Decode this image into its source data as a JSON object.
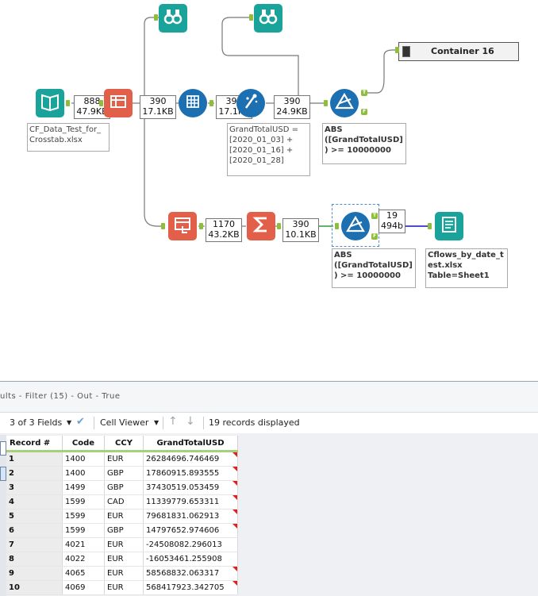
{
  "workflow": {
    "container_title": "Container 16",
    "input_tool_annotation": "CF_Data_Test_for_\nCrosstab.xlsx",
    "counts": {
      "c1_records": "888",
      "c1_size": "47.9KB",
      "c2_records": "390",
      "c2_size": "17.1KB",
      "c3_records": "390",
      "c3_size": "17.1KB",
      "c4_records": "390",
      "c4_size": "24.9KB",
      "c5_records": "1170",
      "c5_size": "43.2KB",
      "c6_records": "390",
      "c6_size": "10.1KB",
      "c7_records": "19",
      "c7_size": "494b"
    },
    "formula_annotation": "GrandTotalUSD =\n[2020_01_03] +\n[2020_01_16] +\n[2020_01_28]",
    "filter1_annotation": "ABS\n([GrandTotalUSD]\n) >= 10000000",
    "filter2_annotation": "ABS\n([GrandTotalUSD]\n) >= 10000000",
    "output_annotation": "Cflows_by_date_t\nest.xlsx\nTable=Sheet1",
    "anchor_true": "T",
    "anchor_false": "F"
  },
  "results": {
    "title": "ults - Filter (15) - Out - True",
    "fields_dropdown": "3 of 3 Fields",
    "viewer_dropdown": "Cell Viewer",
    "records_displayed": "19 records displayed",
    "columns": [
      "Record #",
      "Code",
      "CCY",
      "GrandTotalUSD"
    ],
    "rows": [
      {
        "rec": "1",
        "code": "1400",
        "ccy": "EUR",
        "total": "26284696.746469"
      },
      {
        "rec": "2",
        "code": "1400",
        "ccy": "GBP",
        "total": "17860915.893555"
      },
      {
        "rec": "3",
        "code": "1499",
        "ccy": "GBP",
        "total": "37430519.053459"
      },
      {
        "rec": "4",
        "code": "1599",
        "ccy": "CAD",
        "total": "11339779.653311"
      },
      {
        "rec": "5",
        "code": "1599",
        "ccy": "EUR",
        "total": "79681831.062913"
      },
      {
        "rec": "6",
        "code": "1599",
        "ccy": "GBP",
        "total": "14797652.974606"
      },
      {
        "rec": "7",
        "code": "4021",
        "ccy": "EUR",
        "total": "-24508082.296013"
      },
      {
        "rec": "8",
        "code": "4022",
        "ccy": "EUR",
        "total": "-16053461.255908"
      },
      {
        "rec": "9",
        "code": "4065",
        "ccy": "EUR",
        "total": "58568832.063317"
      },
      {
        "rec": "10",
        "code": "4069",
        "ccy": "EUR",
        "total": "568417923.342705"
      }
    ]
  },
  "colors": {
    "teal": "#1aa39a",
    "red": "#e2604a",
    "blue": "#1c6fb0",
    "anchor": "#8fbe3c",
    "accent_underline": "#a6d07a",
    "flag": "#e02020"
  },
  "icons": [
    "browse-icon",
    "input-icon",
    "transpose-icon",
    "crosstab-icon",
    "formula-icon",
    "filter-icon",
    "summarize-icon",
    "output-icon",
    "check-icon",
    "up-arrow-icon",
    "down-arrow-icon"
  ]
}
